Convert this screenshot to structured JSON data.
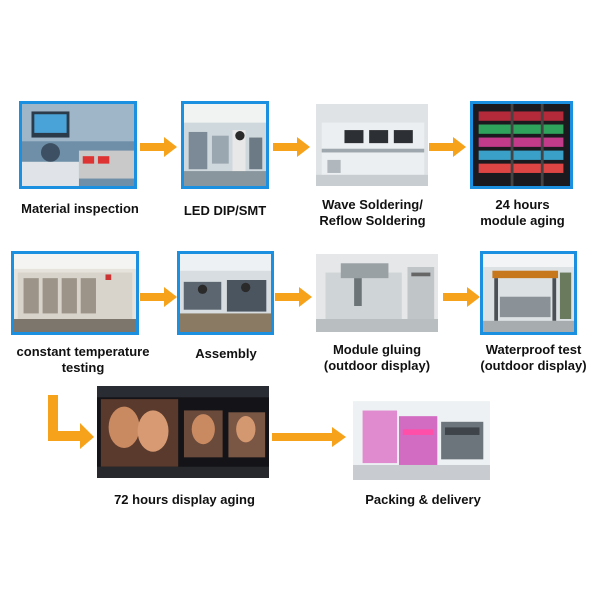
{
  "steps": [
    {
      "id": "material-inspection",
      "lines": [
        "Material inspection"
      ]
    },
    {
      "id": "led-dip-smt",
      "lines": [
        "LED DIP/SMT"
      ]
    },
    {
      "id": "wave-soldering",
      "lines": [
        "Wave Soldering/",
        "Reflow Soldering"
      ]
    },
    {
      "id": "module-aging",
      "lines": [
        "24 hours",
        "module aging"
      ]
    },
    {
      "id": "temperature-testing",
      "lines": [
        "constant temperature",
        "testing"
      ]
    },
    {
      "id": "assembly",
      "lines": [
        "Assembly"
      ]
    },
    {
      "id": "module-gluing",
      "lines": [
        "Module gluing",
        "(outdoor display)"
      ]
    },
    {
      "id": "waterproof-test",
      "lines": [
        "Waterproof test",
        "(outdoor display)"
      ]
    },
    {
      "id": "display-aging",
      "lines": [
        "72 hours display aging"
      ]
    },
    {
      "id": "packing-delivery",
      "lines": [
        "Packing & delivery"
      ]
    }
  ],
  "colors": {
    "frame": "#1b8fe0",
    "arrow": "#f7a21b",
    "text": "#111111"
  }
}
